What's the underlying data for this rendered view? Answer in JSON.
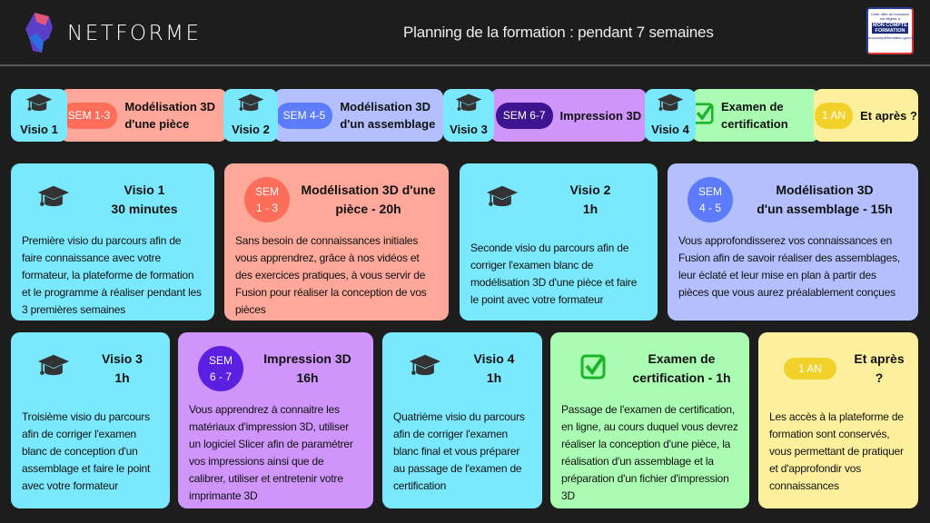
{
  "header": {
    "brand": "NETFORME",
    "title": "Planning de la formation : pendant 7 semaines",
    "badge_text": "Cette offre de formation est éligible à",
    "badge_logo": "MON COMPTE FORMATION",
    "badge_url": "moncompteformation.gouv.fr"
  },
  "colors": {
    "visio": "#7ae9fd",
    "sem13": "#fda89a",
    "sem13_pill": "#fd6e5a",
    "sem45": "#b3c0fd",
    "sem45_pill": "#5c7cfb",
    "sem67": "#cf95fb",
    "sem67_pill": "#5a1fe0",
    "exam": "#aafcb2",
    "exam_icon": "#1db32a",
    "after": "#fdf09c",
    "after_pill": "#f2d22a"
  },
  "timeline": [
    {
      "type": "visio",
      "label": "Visio 1",
      "icon": "graduation-cap-icon"
    },
    {
      "type": "sem",
      "pill": "SEM 1-3",
      "label": "Modélisation 3D d'une pièce"
    },
    {
      "type": "visio",
      "label": "Visio 2",
      "icon": "graduation-cap-icon"
    },
    {
      "type": "sem",
      "pill": "SEM 4-5",
      "label": "Modélisation 3D d'un assemblage"
    },
    {
      "type": "visio",
      "label": "Visio 3",
      "icon": "graduation-cap-icon"
    },
    {
      "type": "sem",
      "pill": "SEM 6-7",
      "label": "Impression 3D"
    },
    {
      "type": "visio",
      "label": "Visio 4",
      "icon": "graduation-cap-icon"
    },
    {
      "type": "exam",
      "label": "Examen de certification",
      "icon": "checkbox-icon"
    },
    {
      "type": "sem",
      "pill": "1 AN",
      "label": "Et après ?"
    }
  ],
  "cards": [
    {
      "icon": "graduation-cap-icon",
      "title": "Visio 1",
      "subtitle": "30 minutes",
      "body": "Première visio du parcours afin de faire connaissance avec votre formateur, la plateforme de formation et le programme à réaliser pendant les 3 premières semaines"
    },
    {
      "badge": [
        "SEM",
        "1 - 3"
      ],
      "title": "Modélisation 3D d'une",
      "subtitle": "pièce - 20h",
      "body": "Sans besoin de connaissances initiales vous apprendrez, grâce à nos vidéos et des exercices pratiques, à vous servir de Fusion pour réaliser la conception de vos pièces"
    },
    {
      "icon": "graduation-cap-icon",
      "title": "Visio 2",
      "subtitle": "1h",
      "body": "Seconde visio du parcours afin de corriger l'examen blanc de modélisation 3D d'une pièce et faire le point avec votre formateur"
    },
    {
      "badge": [
        "SEM",
        "4 - 5"
      ],
      "title": "Modélisation 3D",
      "subtitle": "d'un assemblage - 15h",
      "body": "Vous approfondisserez vos connaissances en Fusion afin de savoir réaliser des assemblages, leur éclaté et leur mise en plan à partir des pièces que vous aurez préalablement conçues"
    },
    {
      "icon": "graduation-cap-icon",
      "title": "Visio 3",
      "subtitle": "1h",
      "body": "Troisième visio du parcours afin de corriger l'examen blanc de conception d'un assemblage et faire le point avec votre formateur"
    },
    {
      "badge": [
        "SEM",
        "6 - 7"
      ],
      "title": "Impression 3D",
      "subtitle": "16h",
      "body": "Vous apprendrez à connaitre les matériaux d'impression 3D, utiliser un logiciel Slicer afin de paramétrer vos impressions ainsi que de calibrer, utiliser et entretenir votre imprimante 3D"
    },
    {
      "icon": "graduation-cap-icon",
      "title": "Visio 4",
      "subtitle": "1h",
      "body": "Quatrième visio du parcours afin de corriger l'examen blanc final et vous préparer au passage de l'examen de certification"
    },
    {
      "icon": "checkbox-icon",
      "title": "Examen de",
      "subtitle": "certification - 1h",
      "body": "Passage de l'examen de certification, en ligne, au cours duquel vous devrez réaliser la conception d'une pièce, la réalisation d'un assemblage et la préparation d'un fichier d'impression 3D"
    },
    {
      "pill": "1 AN",
      "title": "Et après ?",
      "subtitle": "",
      "body": "Les accès à la plateforme de formation sont conservés, vous permettant de pratiquer et d'approfondir vos connaissances"
    }
  ]
}
